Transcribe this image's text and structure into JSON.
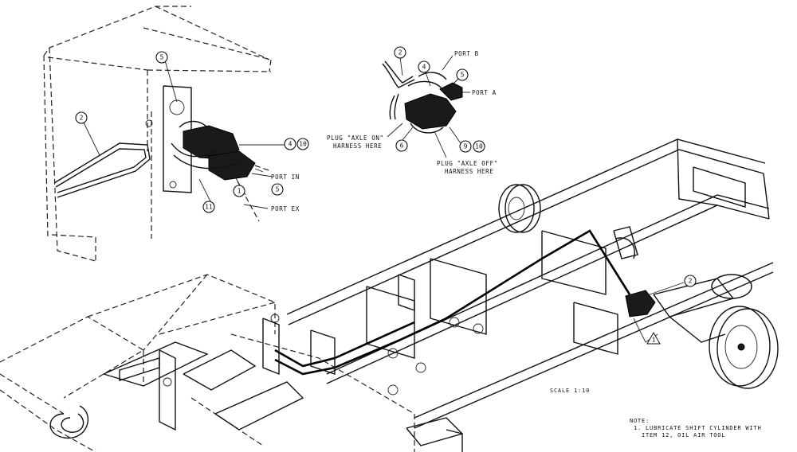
{
  "callouts_top_left": [
    "5",
    "2",
    "4",
    "10",
    "5",
    "1",
    "11"
  ],
  "callouts_top_center": [
    "2",
    "4",
    "5",
    "6",
    "9",
    "10"
  ],
  "callout_chassis": "2",
  "labels": {
    "port_in": "PORT IN",
    "port_ex": "PORT EX",
    "port_b": "PORT B",
    "port_a": "PORT A",
    "plug_on_1": "PLUG \"AXLE ON\"",
    "plug_on_2": "HARNESS HERE",
    "plug_off_1": "PLUG \"AXLE OFF\"",
    "plug_off_2": "HARNESS HERE"
  },
  "scale": "SCALE 1:10",
  "note": {
    "title": "NOTE:",
    "line1": "1. LUBRICATE SHIFT CYLINDER WITH",
    "line2": "ITEM 12, OIL AIR TOOL"
  },
  "warning_symbol": "1"
}
